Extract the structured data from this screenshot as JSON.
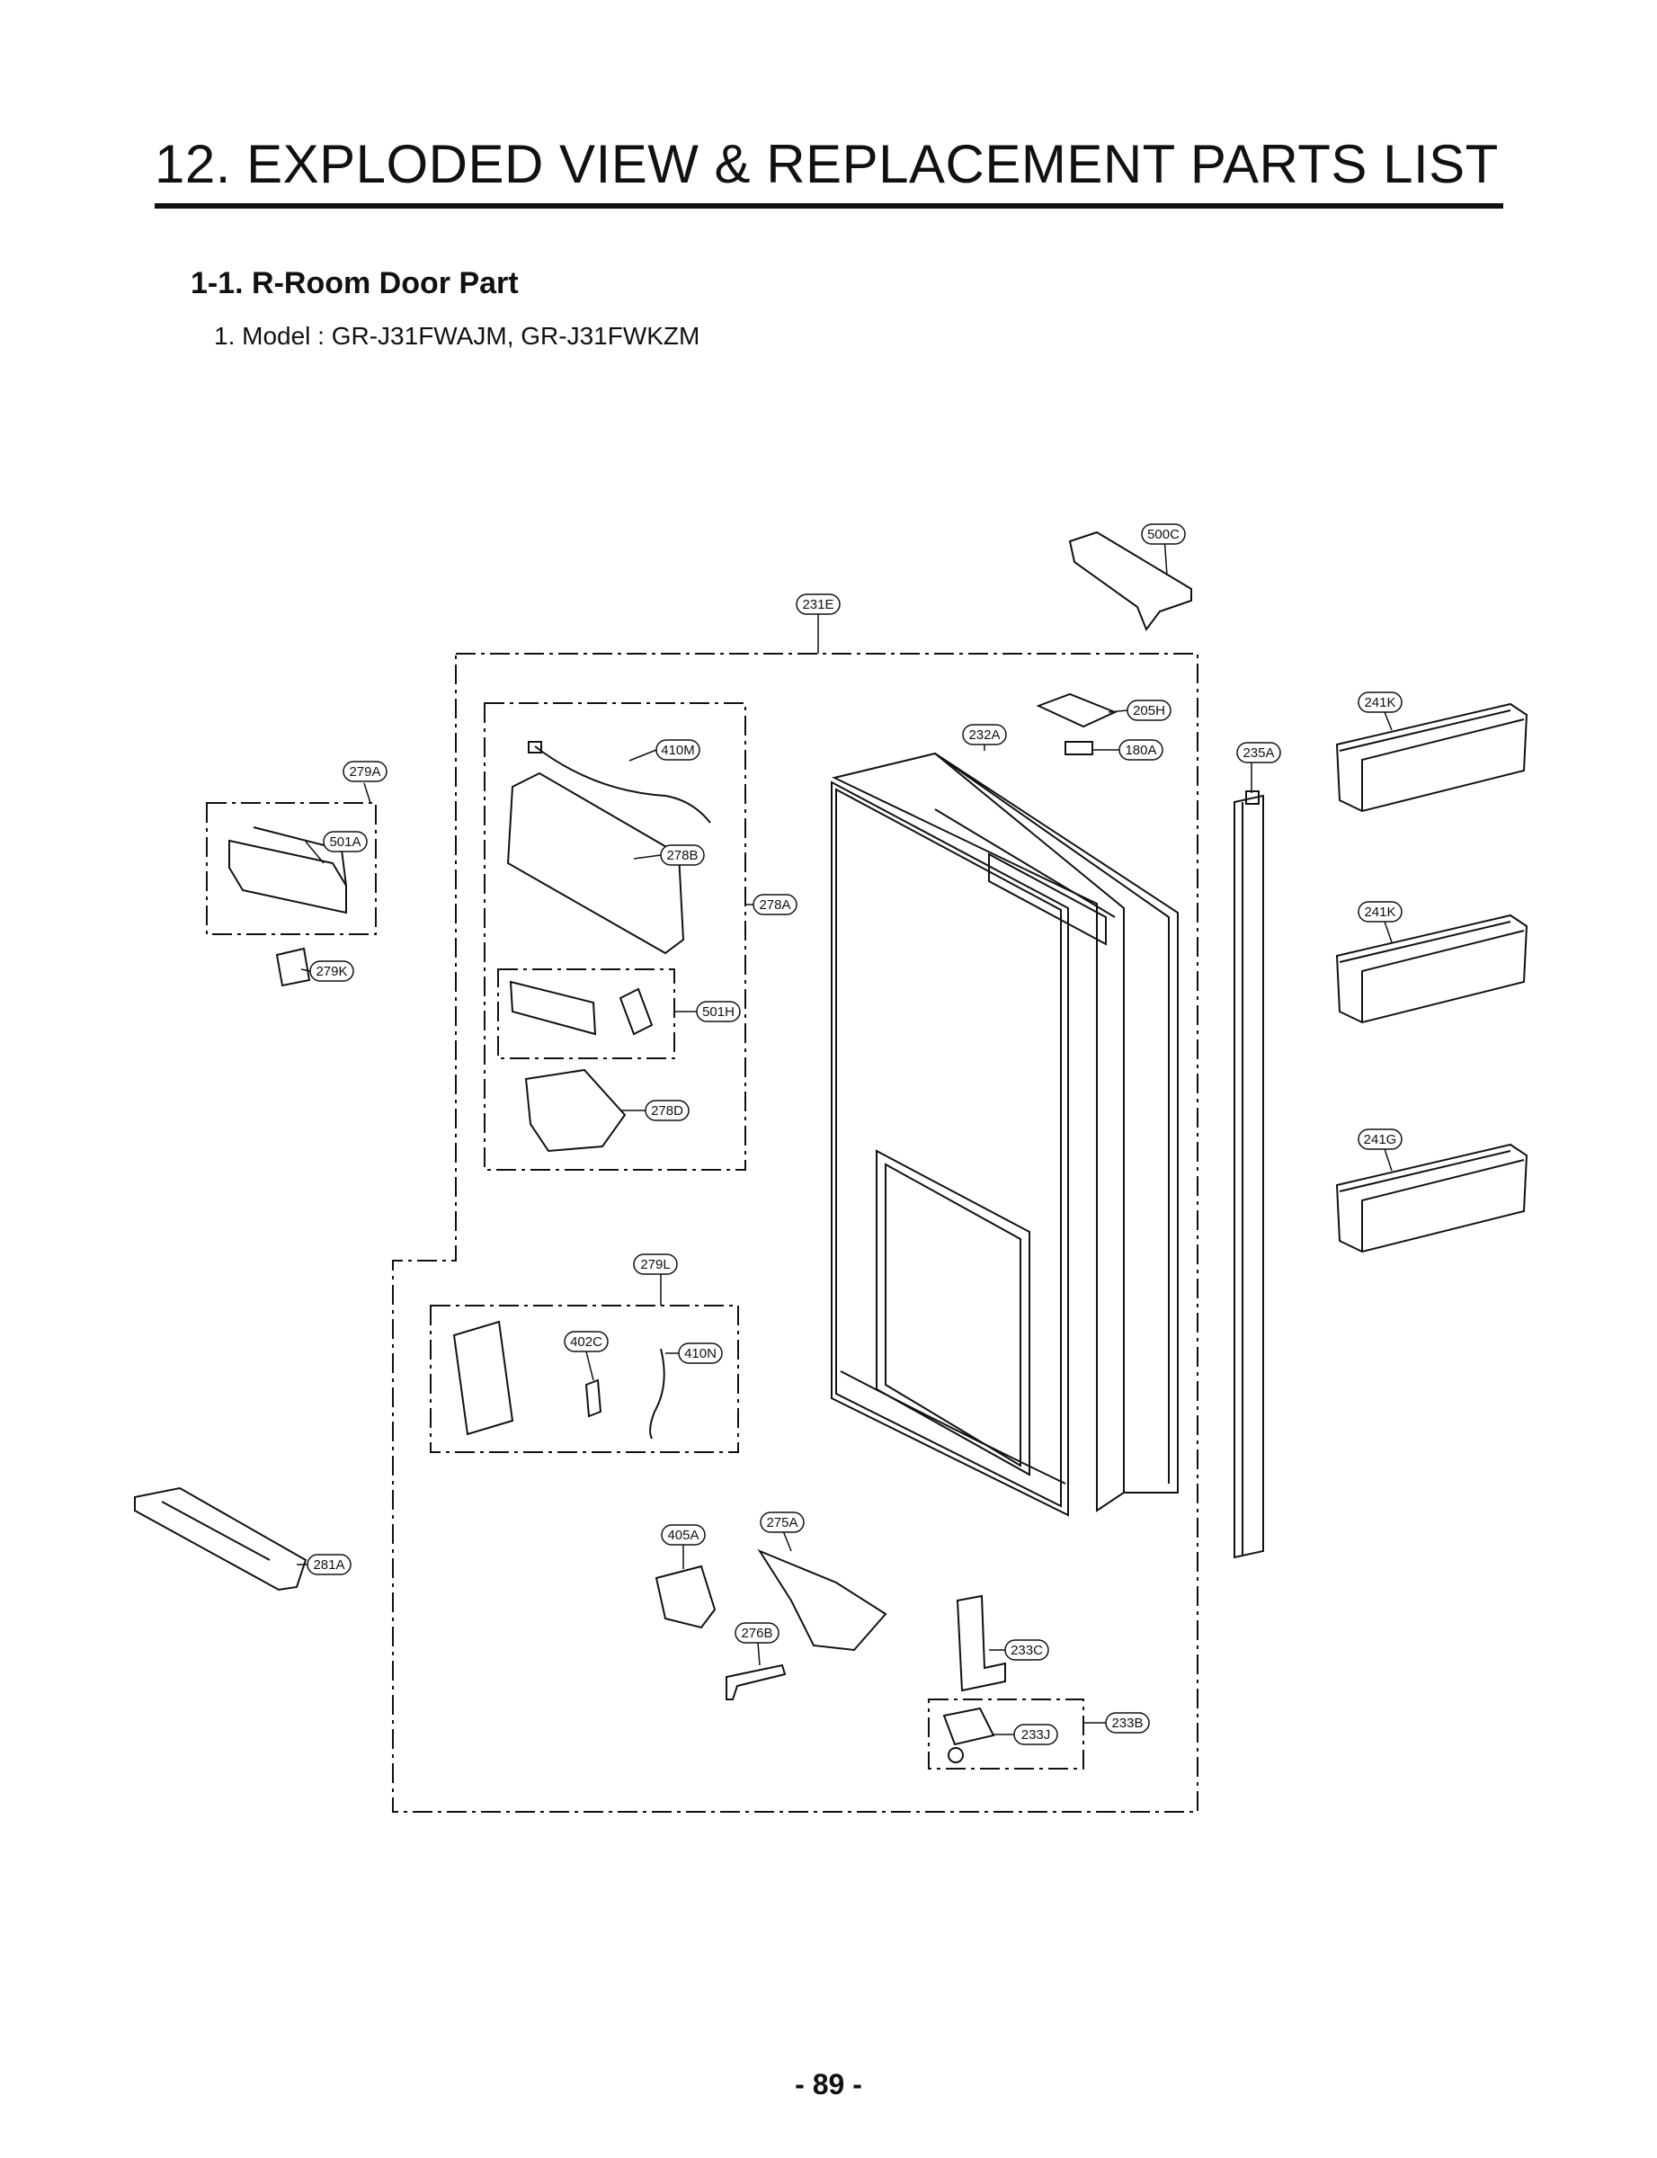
{
  "document": {
    "heading": "12. EXPLODED VIEW & REPLACEMENT PARTS LIST",
    "section": "1-1. R-Room Door Part",
    "model_line": "1. Model : GR-J31FWAJM, GR-J31FWKZM",
    "page_number": "- 89 -"
  },
  "callouts": {
    "500C": "500C",
    "231E": "231E",
    "205H": "205H",
    "232A": "232A",
    "180A": "180A",
    "235A": "235A",
    "241K_1": "241K",
    "241K_2": "241K",
    "241G": "241G",
    "279A": "279A",
    "501A": "501A",
    "279K": "279K",
    "410M": "410M",
    "278B": "278B",
    "278A": "278A",
    "501H": "501H",
    "278D": "278D",
    "279L": "279L",
    "402C": "402C",
    "410N": "410N",
    "281A": "281A",
    "405A": "405A",
    "275A": "275A",
    "276B": "276B",
    "233C": "233C",
    "233B": "233B",
    "233J": "233J"
  }
}
